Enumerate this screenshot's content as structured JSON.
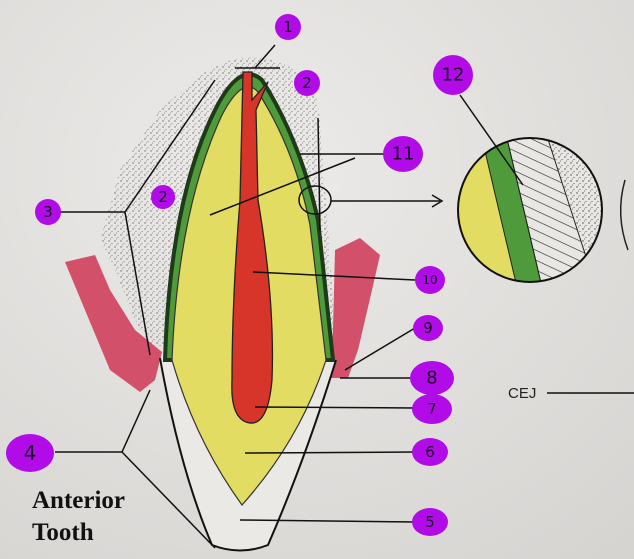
{
  "title": "Anterior Tooth",
  "title_lines": [
    "Anterior",
    "Tooth"
  ],
  "cej_label": "CEJ",
  "colors": {
    "marker": "#b10ce8",
    "pulp": "#d8352a",
    "dentin": "#e3dc63",
    "cementum": "#4f9a3a",
    "gingiva": "#d2506a",
    "paper": "#e4e3e1"
  },
  "markers": [
    {
      "id": "m1",
      "text": "1"
    },
    {
      "id": "m2a",
      "text": "2"
    },
    {
      "id": "m2b",
      "text": "2"
    },
    {
      "id": "m3",
      "text": "3"
    },
    {
      "id": "m4",
      "text": "4"
    },
    {
      "id": "m5",
      "text": "5"
    },
    {
      "id": "m6",
      "text": "6"
    },
    {
      "id": "m7",
      "text": "7"
    },
    {
      "id": "m8",
      "text": "8"
    },
    {
      "id": "m9",
      "text": "9"
    },
    {
      "id": "m10",
      "text": "10"
    },
    {
      "id": "m11",
      "text": "11"
    },
    {
      "id": "m12",
      "text": "12"
    }
  ]
}
